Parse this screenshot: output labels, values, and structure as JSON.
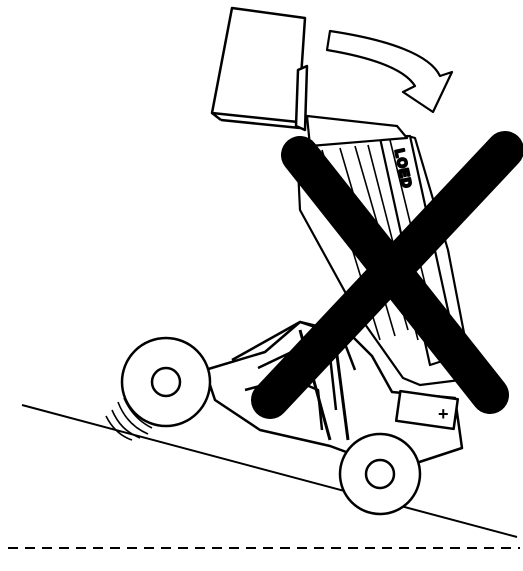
{
  "diagram": {
    "mast_label": "LOED",
    "battery_symbol": "+",
    "colors": {
      "ink": "#000000",
      "paper": "#ffffff"
    },
    "icons": [
      "rotation-arrow",
      "prohibited-x"
    ]
  }
}
